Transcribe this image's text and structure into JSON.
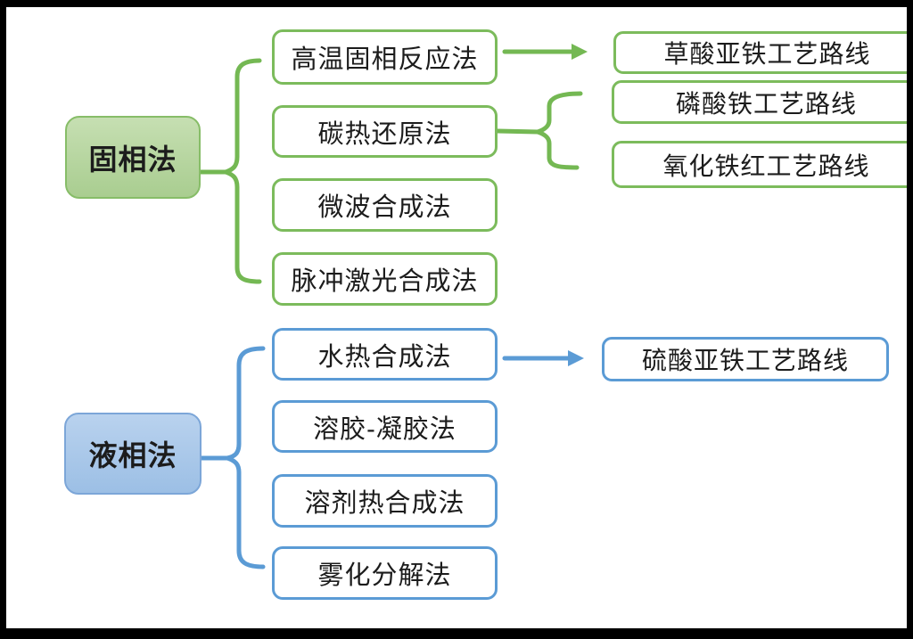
{
  "diagram": {
    "solid_phase": {
      "category": "固相法",
      "methods": [
        "高温固相反应法",
        "碳热还原法",
        "微波合成法",
        "脉冲激光合成法"
      ],
      "routes": [
        "草酸亚铁工艺路线",
        "磷酸铁工艺路线",
        "氧化铁红工艺路线"
      ]
    },
    "liquid_phase": {
      "category": "液相法",
      "methods": [
        "水热合成法",
        "溶胶-凝胶法",
        "溶剂热合成法",
        "雾化分解法"
      ],
      "routes": [
        "硫酸亚铁工艺路线"
      ]
    }
  },
  "colors": {
    "green_stroke": "#74b853",
    "green_box_border": "#7cbb5c",
    "green_category_fill": "#b8d6a2",
    "blue_stroke": "#5b9bd5",
    "blue_box_border": "#5b9bd5",
    "blue_category_fill": "#a9c6e6",
    "text": "#1c1c1c",
    "background": "#ffffff",
    "frame": "#000000"
  }
}
